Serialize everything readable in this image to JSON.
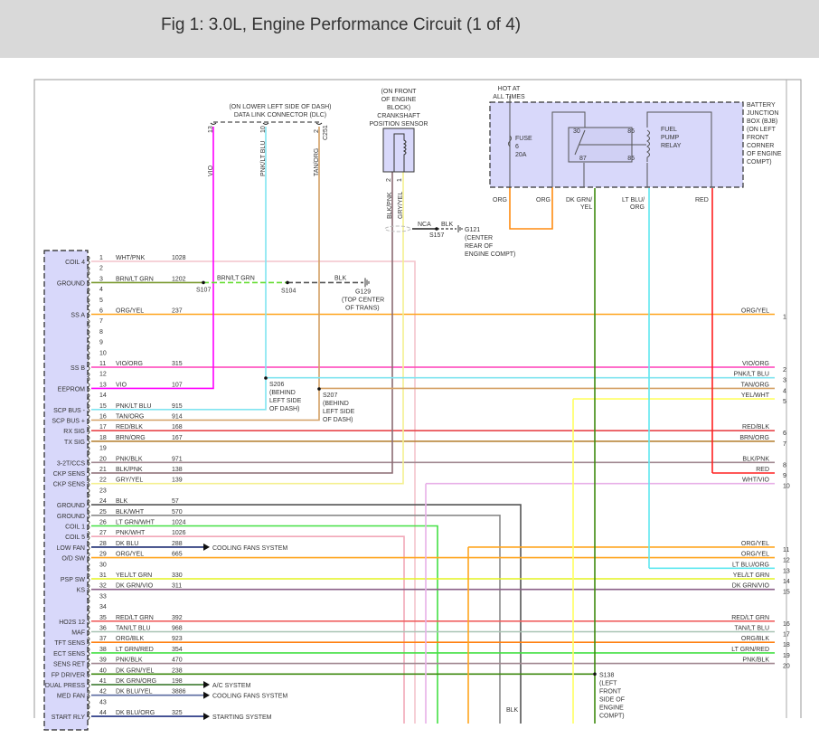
{
  "title": "Fig 1: 3.0L, Engine Performance Circuit (1 of 4)",
  "colors": {
    "component_fill": "#d8d8fa",
    "VIO": "#ff00ff",
    "WHT/PNK": "#f4c4cc",
    "BRN/LT GRN": "#7a9a30",
    "ORG/YEL": "#ffa51e",
    "VIO/ORG": "#ff3fb8",
    "PNK/LT BLU": "#80e4f0",
    "TAN/ORG": "#d4a064",
    "RED/BLK": "#e8454a",
    "BRN/ORG": "#b8863a",
    "PNK/BLK": "#a08890",
    "BLK/PNK": "#8a6a72",
    "GRY/YEL": "#f4f090",
    "BLK": "#555555",
    "BLK/WHT": "#8a8a8a",
    "LT GRN/WHT": "#44e044",
    "PNK/WHT": "#f2a8b8",
    "DK BLU": "#1a2a70",
    "YEL/LT GRN": "#e4f420",
    "DK GRN/VIO": "#8a6088",
    "RED/LT GRN": "#f06060",
    "TAN/LT BLU": "#a8c4b4",
    "ORG/BLK": "#ff8010",
    "LT GRN/RED": "#44e044",
    "DK GRN/YEL": "#3f8a10",
    "DK GRN/ORG": "#2f7020",
    "DK BLU/YEL": "#5a6aa0",
    "DK BLU/ORG": "#203080",
    "RED": "#ff2020",
    "ORG": "#ff8c10",
    "LT BLU/ORG": "#60e8f0",
    "YEL/WHT": "#ffff60",
    "WHT/VIO": "#e8b0e8",
    "LT GRN": "#66dd33"
  },
  "pcm_pins": [
    {
      "num": "1",
      "label": "COIL 4",
      "wire": "WHT/PNK",
      "circuit": "1028"
    },
    {
      "num": "2",
      "label": "",
      "wire": "",
      "circuit": ""
    },
    {
      "num": "3",
      "label": "GROUND",
      "wire": "BRN/LT GRN",
      "circuit": "1202"
    },
    {
      "num": "4",
      "label": "",
      "wire": "",
      "circuit": ""
    },
    {
      "num": "5",
      "label": "",
      "wire": "",
      "circuit": ""
    },
    {
      "num": "6",
      "label": "SS A",
      "wire": "ORG/YEL",
      "circuit": "237"
    },
    {
      "num": "7",
      "label": "",
      "wire": "",
      "circuit": ""
    },
    {
      "num": "8",
      "label": "",
      "wire": "",
      "circuit": ""
    },
    {
      "num": "9",
      "label": "",
      "wire": "",
      "circuit": ""
    },
    {
      "num": "10",
      "label": "",
      "wire": "",
      "circuit": ""
    },
    {
      "num": "11",
      "label": "SS B",
      "wire": "VIO/ORG",
      "circuit": "315"
    },
    {
      "num": "12",
      "label": "",
      "wire": "",
      "circuit": ""
    },
    {
      "num": "13",
      "label": "EEPROM",
      "wire": "VIO",
      "circuit": "107"
    },
    {
      "num": "14",
      "label": "",
      "wire": "",
      "circuit": ""
    },
    {
      "num": "15",
      "label": "SCP BUS -",
      "wire": "PNK/LT BLU",
      "circuit": "915"
    },
    {
      "num": "16",
      "label": "SCP BUS +",
      "wire": "TAN/ORG",
      "circuit": "914"
    },
    {
      "num": "17",
      "label": "RX SIG",
      "wire": "RED/BLK",
      "circuit": "168"
    },
    {
      "num": "18",
      "label": "TX SIG",
      "wire": "BRN/ORG",
      "circuit": "167"
    },
    {
      "num": "19",
      "label": "",
      "wire": "",
      "circuit": ""
    },
    {
      "num": "20",
      "label": "3-2T/CCS",
      "wire": "PNK/BLK",
      "circuit": "971"
    },
    {
      "num": "21",
      "label": "CKP SENS",
      "wire": "BLK/PNK",
      "circuit": "138"
    },
    {
      "num": "22",
      "label": "CKP SENS",
      "wire": "GRY/YEL",
      "circuit": "139"
    },
    {
      "num": "23",
      "label": "",
      "wire": "",
      "circuit": ""
    },
    {
      "num": "24",
      "label": "GROUND",
      "wire": "BLK",
      "circuit": "57"
    },
    {
      "num": "25",
      "label": "GROUND",
      "wire": "BLK/WHT",
      "circuit": "570"
    },
    {
      "num": "26",
      "label": "COIL 1",
      "wire": "LT GRN/WHT",
      "circuit": "1024"
    },
    {
      "num": "27",
      "label": "COIL 5",
      "wire": "PNK/WHT",
      "circuit": "1026"
    },
    {
      "num": "28",
      "label": "LOW FAN",
      "wire": "DK BLU",
      "circuit": "288",
      "dest": "COOLING FANS SYSTEM"
    },
    {
      "num": "29",
      "label": "O/D SW",
      "wire": "ORG/YEL",
      "circuit": "665"
    },
    {
      "num": "30",
      "label": "",
      "wire": "",
      "circuit": ""
    },
    {
      "num": "31",
      "label": "PSP SW",
      "wire": "YEL/LT GRN",
      "circuit": "330"
    },
    {
      "num": "32",
      "label": "KS",
      "wire": "DK GRN/VIO",
      "circuit": "311"
    },
    {
      "num": "33",
      "label": "",
      "wire": "",
      "circuit": ""
    },
    {
      "num": "34",
      "label": "",
      "wire": "",
      "circuit": ""
    },
    {
      "num": "35",
      "label": "HO2S 12",
      "wire": "RED/LT GRN",
      "circuit": "392"
    },
    {
      "num": "36",
      "label": "MAF",
      "wire": "TAN/LT BLU",
      "circuit": "968"
    },
    {
      "num": "37",
      "label": "TFT SENS",
      "wire": "ORG/BLK",
      "circuit": "923"
    },
    {
      "num": "38",
      "label": "ECT SENS",
      "wire": "LT GRN/RED",
      "circuit": "354"
    },
    {
      "num": "39",
      "label": "SENS RET",
      "wire": "PNK/BLK",
      "circuit": "470"
    },
    {
      "num": "40",
      "label": "FP DRIVER",
      "wire": "DK GRN/YEL",
      "circuit": "238"
    },
    {
      "num": "41",
      "label": "DUAL PRESS",
      "wire": "DK GRN/ORG",
      "circuit": "198",
      "dest": "A/C SYSTEM"
    },
    {
      "num": "42",
      "label": "MED FAN",
      "wire": "DK BLU/YEL",
      "circuit": "3886",
      "dest": "COOLING FANS SYSTEM"
    },
    {
      "num": "43",
      "label": "",
      "wire": "",
      "circuit": ""
    },
    {
      "num": "44",
      "label": "START RLY",
      "wire": "DK BLU/ORG",
      "circuit": "325",
      "dest": "STARTING SYSTEM"
    }
  ],
  "right_terminals": [
    {
      "num": "1",
      "wire": "ORG/YEL"
    },
    {
      "num": "2",
      "wire": "VIO/ORG"
    },
    {
      "num": "3",
      "wire": "PNK/LT BLU"
    },
    {
      "num": "4",
      "wire": "TAN/ORG"
    },
    {
      "num": "5",
      "wire": "YEL/WHT"
    },
    {
      "num": "6",
      "wire": "RED/BLK"
    },
    {
      "num": "7",
      "wire": "BRN/ORG"
    },
    {
      "num": "8",
      "wire": "BLK/PNK"
    },
    {
      "num": "9",
      "wire": "RED"
    },
    {
      "num": "10",
      "wire": "WHT/VIO"
    },
    {
      "num": "11",
      "wire": "ORG/YEL"
    },
    {
      "num": "12",
      "wire": "ORG/YEL"
    },
    {
      "num": "13",
      "wire": "LT BLU/ORG"
    },
    {
      "num": "14",
      "wire": "YEL/LT GRN"
    },
    {
      "num": "15",
      "wire": "DK GRN/VIO"
    },
    {
      "num": "16",
      "wire": "RED/LT GRN"
    },
    {
      "num": "17",
      "wire": "TAN/LT BLU"
    },
    {
      "num": "18",
      "wire": "ORG/BLK"
    },
    {
      "num": "19",
      "wire": "LT GRN/RED"
    },
    {
      "num": "20",
      "wire": "PNK/BLK"
    }
  ],
  "dlc": {
    "location": "(ON LOWER LEFT SIDE OF DASH)",
    "name": "DATA LINK CONNECTOR (DLC)",
    "connector": "C251",
    "pins": [
      {
        "num": "13",
        "wire": "VIO"
      },
      {
        "num": "10",
        "wire": "PNK/LT BLU"
      },
      {
        "num": "2",
        "wire": "TAN/ORG"
      }
    ]
  },
  "ckp": {
    "lines": [
      "(ON FRONT",
      "OF ENGINE",
      "BLOCK)",
      "CRANKSHAFT",
      "POSITION SENSOR"
    ],
    "pins": [
      {
        "num": "2",
        "wire": "BLK/PNK"
      },
      {
        "num": "1",
        "wire": "GRY/YEL"
      }
    ]
  },
  "shield": {
    "wire1": "NCA",
    "wire2": "BLK",
    "splice": "S157",
    "ground": "G121",
    "ground_loc": [
      "(CENTER",
      "REAR OF",
      "ENGINE COMPT)"
    ]
  },
  "ground_circuit": {
    "splice1": "S107",
    "wire": "BRN/LT GRN",
    "splice2": "S104",
    "wire2": "BLK",
    "ground": "G129",
    "ground_loc": [
      "(TOP CENTER",
      "OF TRANS)"
    ]
  },
  "s206": {
    "name": "S206",
    "loc": [
      "(BEHIND",
      "LEFT SIDE",
      "OF DASH)"
    ]
  },
  "s207": {
    "name": "S207",
    "loc": [
      "(BEHIND",
      "LEFT SIDE",
      "OF DASH)"
    ]
  },
  "s138": {
    "name": "S138",
    "loc": [
      "(LEFT",
      "FRONT",
      "SIDE OF",
      "ENGINE",
      "COMPT)"
    ]
  },
  "bjb": {
    "hot": [
      "HOT AT",
      "ALL TIMES"
    ],
    "fuse": [
      "FUSE",
      "6",
      "20A"
    ],
    "relay": [
      "FUEL",
      "PUMP",
      "RELAY"
    ],
    "relay_pins": [
      "30",
      "86",
      "87",
      "85"
    ],
    "name": [
      "BATTERY",
      "JUNCTION",
      "BOX (BJB)",
      "(ON LEFT",
      "FRONT",
      "CORNER",
      "OF ENGINE",
      "COMPT)"
    ],
    "wires": [
      "ORG",
      "ORG",
      "DK GRN/",
      "YEL",
      "LT BLU/",
      "ORG",
      "RED"
    ]
  },
  "blk_label": "BLK"
}
